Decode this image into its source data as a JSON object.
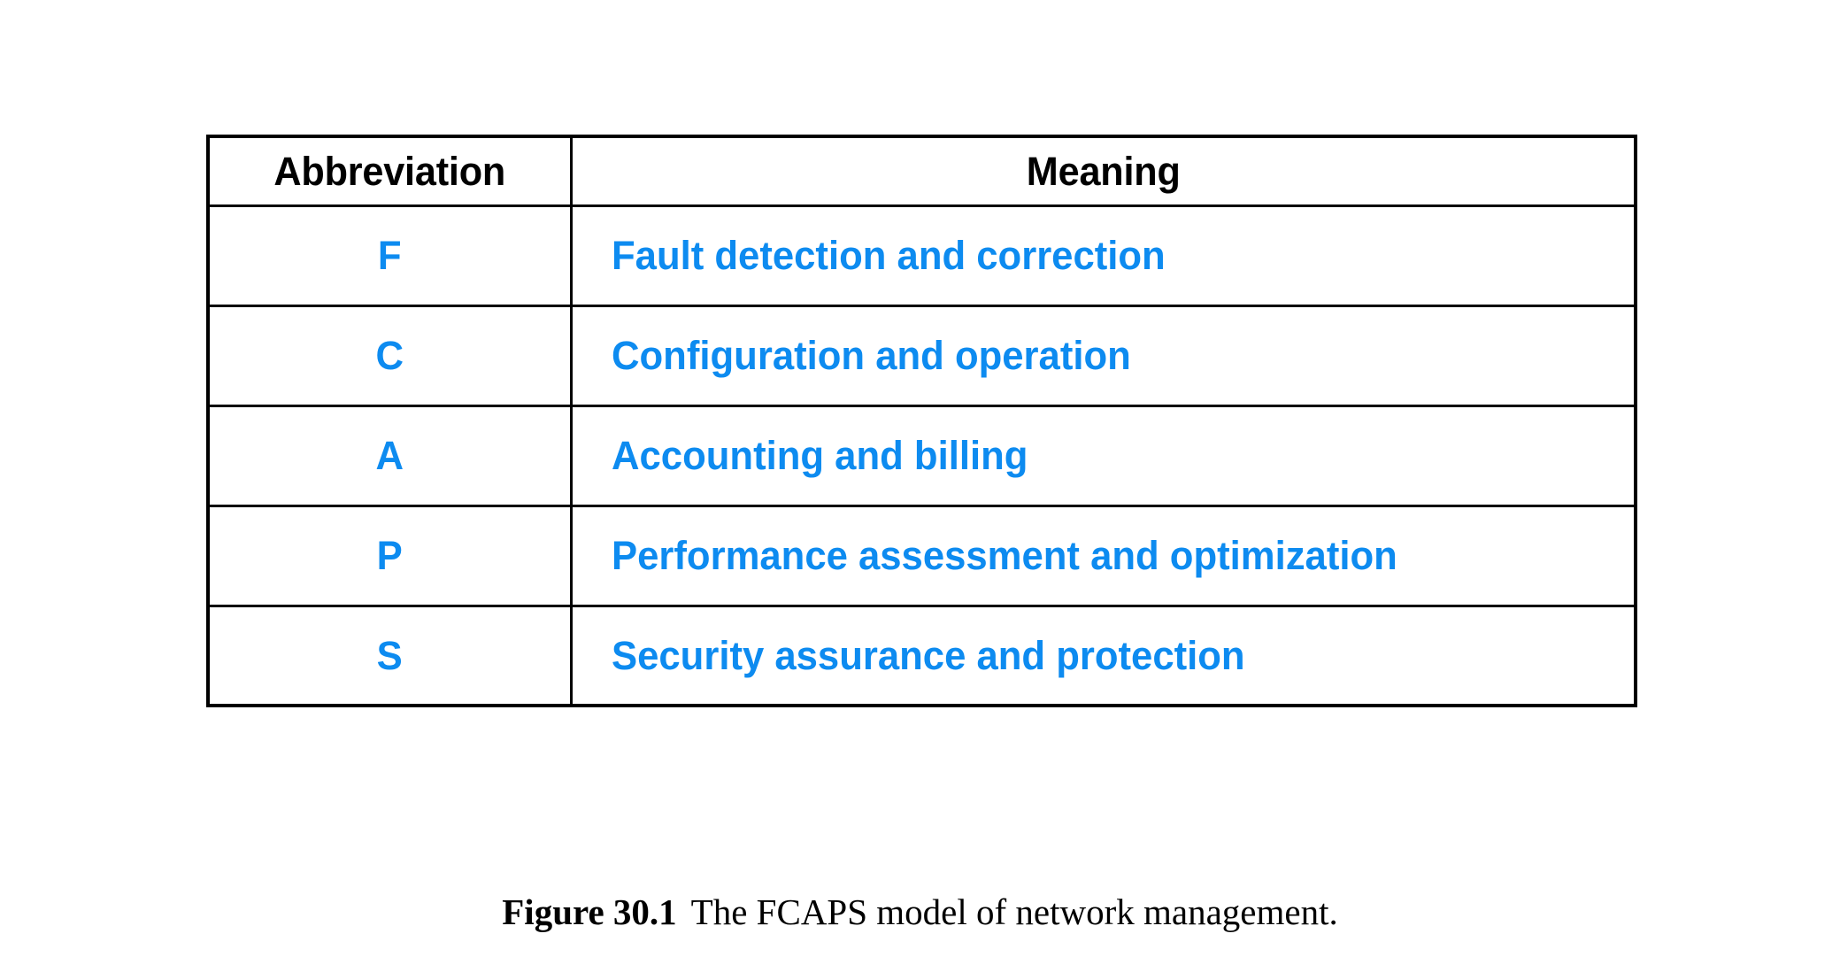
{
  "figure": {
    "caption_label": "Figure 30.1",
    "caption_text": "The FCAPS model of network management."
  },
  "table": {
    "columns": [
      {
        "key": "abbreviation",
        "header": "Abbreviation"
      },
      {
        "key": "meaning",
        "header": "Meaning"
      }
    ],
    "rows": [
      {
        "abbreviation": "F",
        "meaning": "Fault detection and correction"
      },
      {
        "abbreviation": "C",
        "meaning": "Configuration and operation"
      },
      {
        "abbreviation": "A",
        "meaning": "Accounting and billing"
      },
      {
        "abbreviation": "P",
        "meaning": "Performance assessment and optimization"
      },
      {
        "abbreviation": "S",
        "meaning": "Security assurance and protection"
      }
    ]
  },
  "colors": {
    "page_background": "#ffffff",
    "border": "#000000",
    "header_text": "#000000",
    "data_text": "#0d8bf0",
    "caption_text": "#000000"
  }
}
